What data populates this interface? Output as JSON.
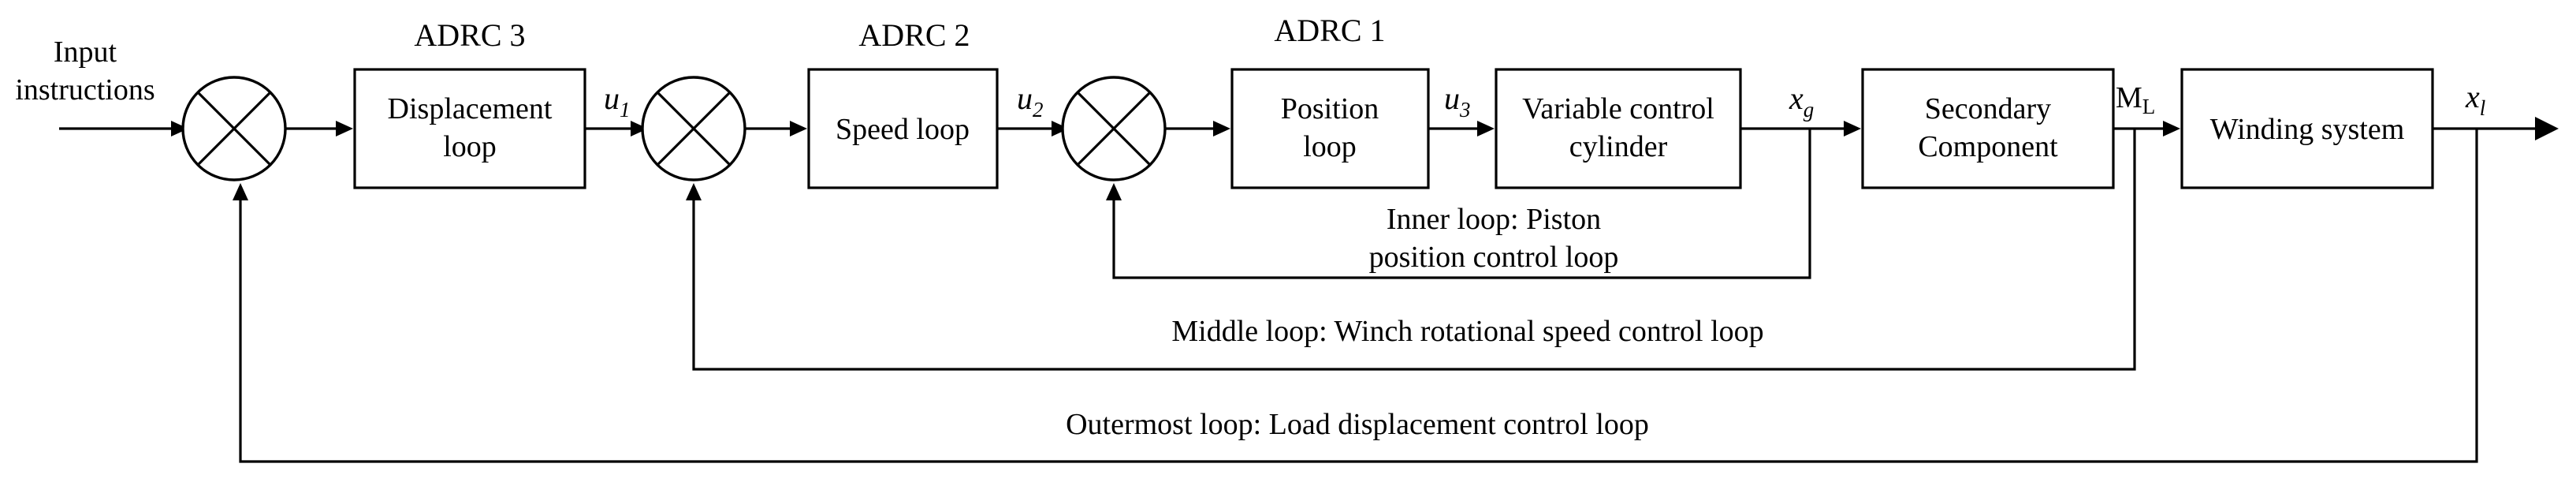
{
  "input": [
    "Input",
    "instructions"
  ],
  "controllers": {
    "adrc3": "ADRC 3",
    "adrc2": "ADRC 2",
    "adrc1": "ADRC 1"
  },
  "blocks": {
    "displacement": [
      "Displacement",
      "loop"
    ],
    "speed": [
      "Speed loop"
    ],
    "position": [
      "Position",
      "loop"
    ],
    "cylinder": [
      "Variable control",
      "cylinder"
    ],
    "secondary": [
      "Secondary",
      "Component"
    ],
    "winding": [
      "Winding system"
    ]
  },
  "signals": {
    "u1": {
      "base": "u",
      "sub": "1"
    },
    "u2": {
      "base": "u",
      "sub": "2"
    },
    "u3": {
      "base": "u",
      "sub": "3"
    },
    "xg": {
      "base": "x",
      "sub": "g"
    },
    "ml": {
      "base": "M",
      "sub": "L"
    },
    "xl": {
      "base": "x",
      "sub": "l"
    }
  },
  "loops": {
    "inner": [
      "Inner loop: Piston",
      "position control loop"
    ],
    "middle": "Middle loop: Winch rotational speed control loop",
    "outer": "Outermost loop: Load displacement control loop"
  }
}
